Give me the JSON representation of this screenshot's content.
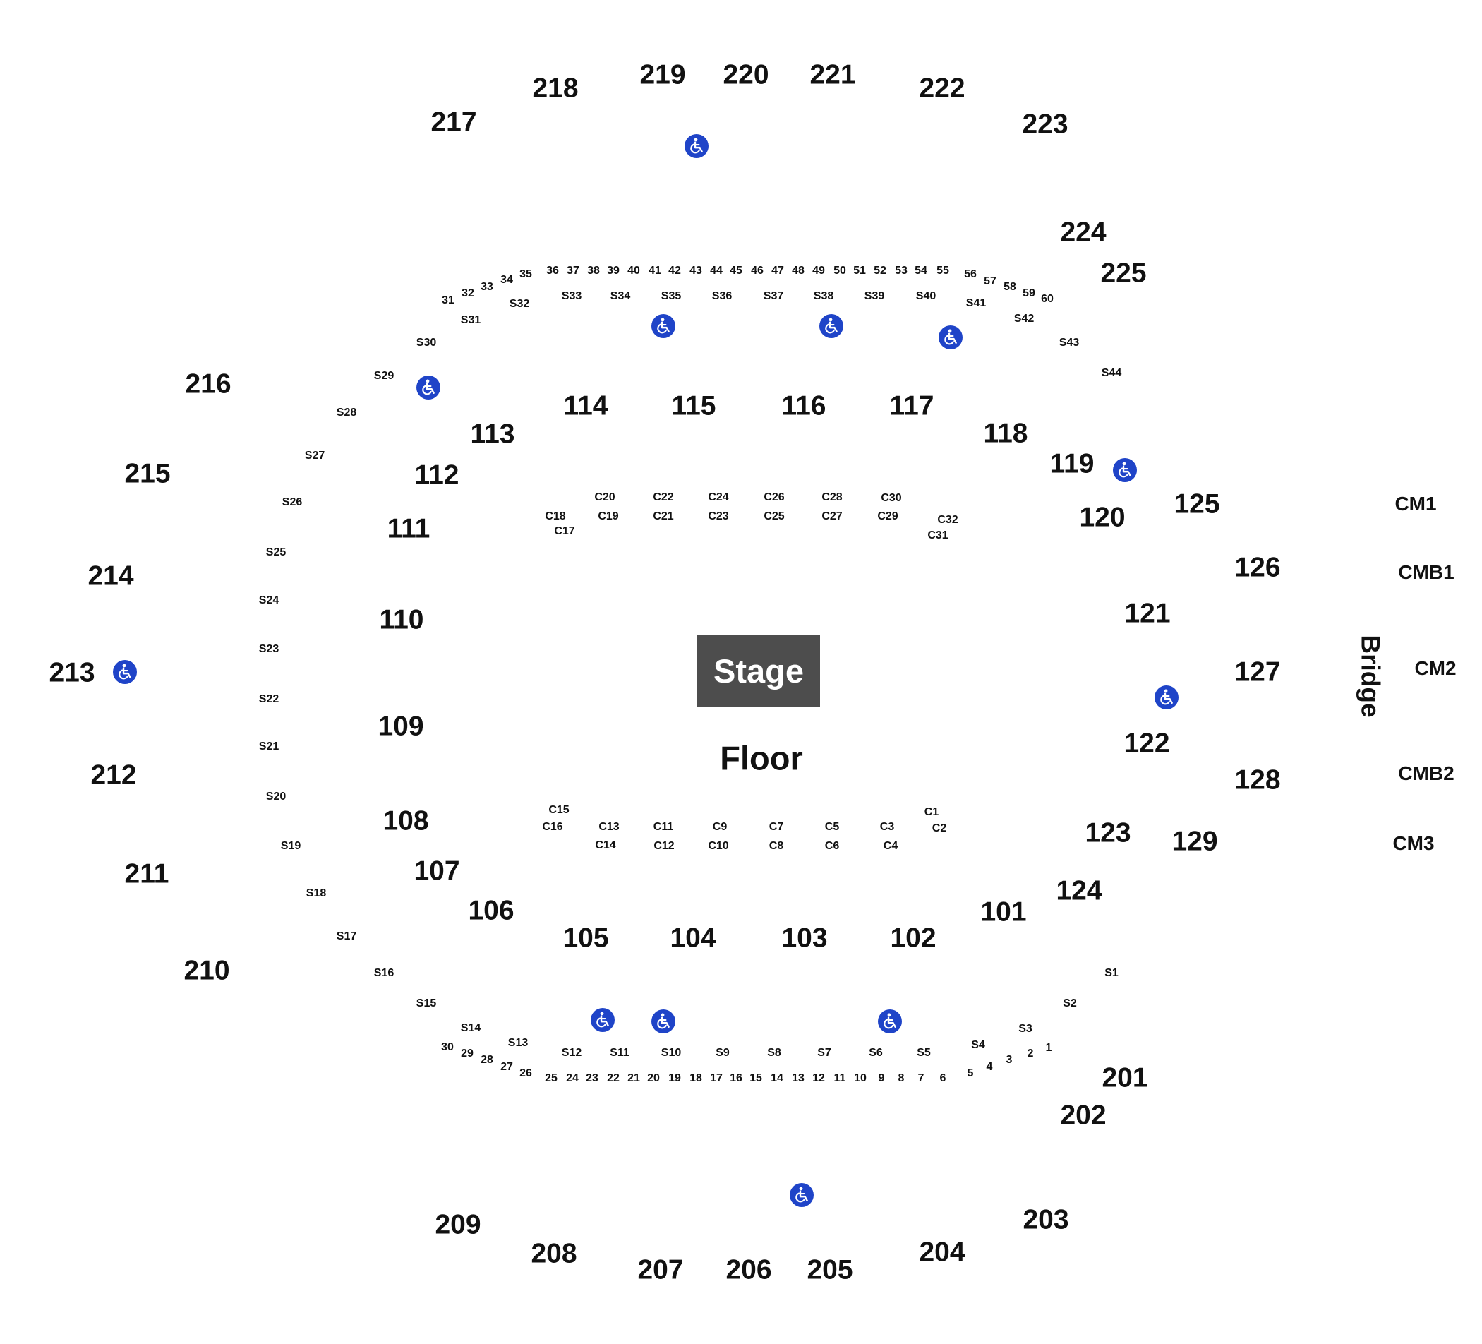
{
  "stage": {
    "label": "Stage"
  },
  "floor": {
    "label": "Floor"
  },
  "bridge": {
    "label": "Bridge"
  },
  "icon": "wheelchair-accessible-icon",
  "colors": {
    "accessible_icon": "#1f44c8",
    "stage_fill": "#4d4d4d",
    "text": "#111111"
  },
  "upper_sections": [
    "201",
    "202",
    "203",
    "204",
    "205",
    "206",
    "207",
    "208",
    "209",
    "210",
    "211",
    "212",
    "213",
    "214",
    "215",
    "216",
    "217",
    "218",
    "219",
    "220",
    "221",
    "222",
    "223",
    "224",
    "225"
  ],
  "lower_sections": [
    "101",
    "102",
    "103",
    "104",
    "105",
    "106",
    "107",
    "108",
    "109",
    "110",
    "111",
    "112",
    "113",
    "114",
    "115",
    "116",
    "117",
    "118",
    "119",
    "120",
    "121",
    "122",
    "123",
    "124",
    "125",
    "126",
    "127",
    "128",
    "129"
  ],
  "side_sections": [
    "CM1",
    "CMB1",
    "CM2",
    "CMB2",
    "CM3"
  ],
  "s_sections": [
    "S1",
    "S2",
    "S3",
    "S4",
    "S5",
    "S6",
    "S7",
    "S8",
    "S9",
    "S10",
    "S11",
    "S12",
    "S13",
    "S14",
    "S15",
    "S16",
    "S17",
    "S18",
    "S19",
    "S20",
    "S21",
    "S22",
    "S23",
    "S24",
    "S25",
    "S26",
    "S27",
    "S28",
    "S29",
    "S30",
    "S31",
    "S32",
    "S33",
    "S34",
    "S35",
    "S36",
    "S37",
    "S38",
    "S39",
    "S40",
    "S41",
    "S42",
    "S43",
    "S44"
  ],
  "c_sections": [
    "C1",
    "C2",
    "C3",
    "C4",
    "C5",
    "C6",
    "C7",
    "C8",
    "C9",
    "C10",
    "C11",
    "C12",
    "C13",
    "C14",
    "C15",
    "C16",
    "C17",
    "C18",
    "C19",
    "C20",
    "C21",
    "C22",
    "C23",
    "C24",
    "C25",
    "C26",
    "C27",
    "C28",
    "C29",
    "C30",
    "C31",
    "C32"
  ],
  "rows": [
    "1",
    "2",
    "3",
    "4",
    "5",
    "6",
    "7",
    "8",
    "9",
    "10",
    "11",
    "12",
    "13",
    "14",
    "15",
    "16",
    "17",
    "18",
    "19",
    "20",
    "21",
    "22",
    "23",
    "24",
    "25",
    "26",
    "27",
    "28",
    "29",
    "30",
    "31",
    "32",
    "33",
    "34",
    "35",
    "36",
    "37",
    "38",
    "39",
    "40",
    "41",
    "42",
    "43",
    "44",
    "45",
    "46",
    "47",
    "48",
    "49",
    "50",
    "51",
    "52",
    "53",
    "54",
    "55",
    "56",
    "57",
    "58",
    "59",
    "60"
  ]
}
